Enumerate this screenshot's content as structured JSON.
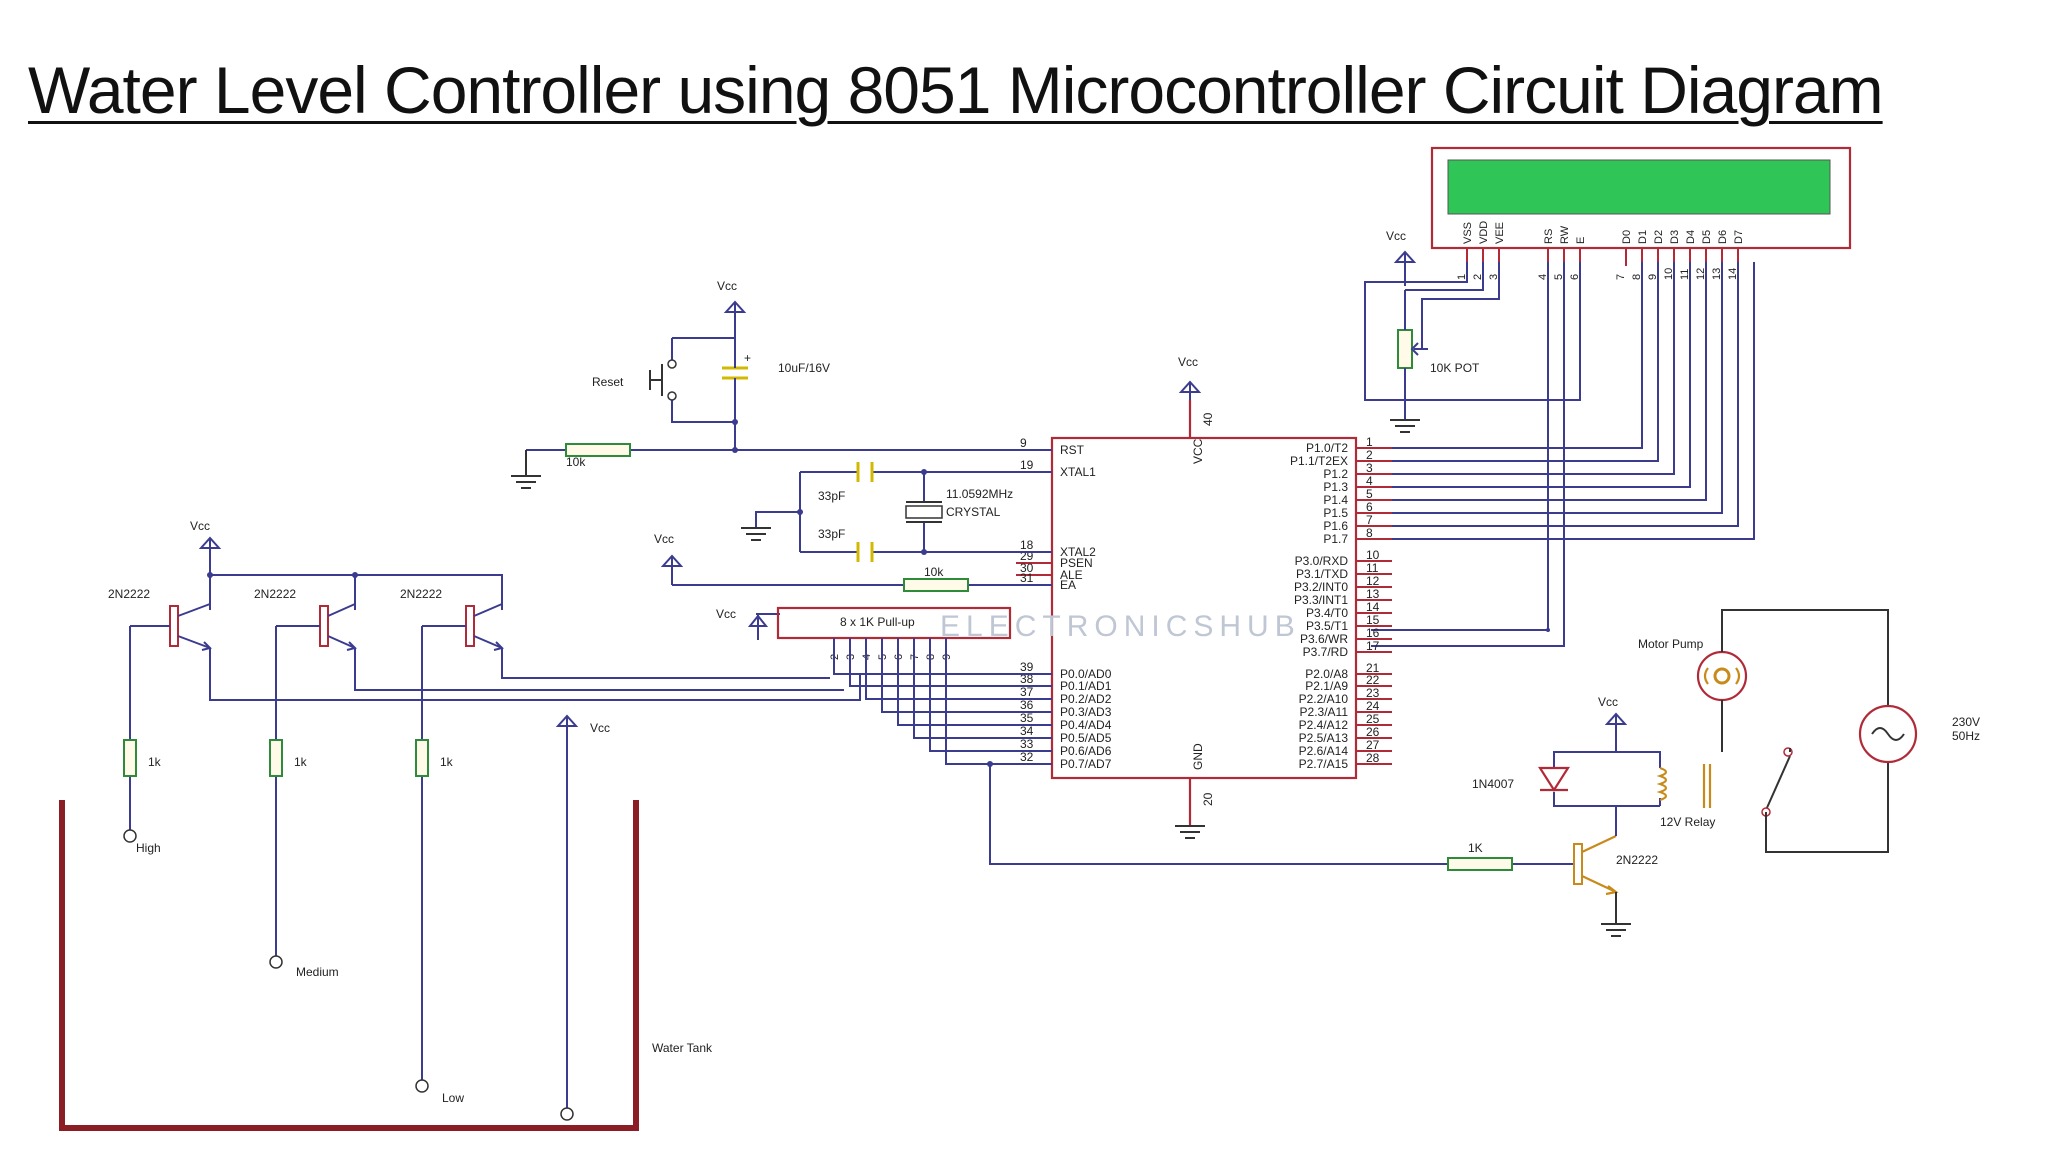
{
  "title": "Water Level Controller using 8051 Microcontroller Circuit Diagram",
  "labels": {
    "vcc": "Vcc",
    "reset": "Reset",
    "cap_10uf": "10uF/16V",
    "res_10k_rst": "10k",
    "cap_33pf_1": "33pF",
    "cap_33pf_2": "33pF",
    "crystal_freq": "11.0592MHz",
    "crystal": "CRYSTAL",
    "res_10k_ea": "10k",
    "pullup": "8 x 1K Pull-up",
    "pot": "10K POT",
    "t1": "2N2222",
    "t2": "2N2222",
    "t3": "2N2222",
    "r_high": "1k",
    "r_med": "1k",
    "r_low": "1k",
    "high": "High",
    "medium": "Medium",
    "low": "Low",
    "tank": "Water Tank",
    "motor": "Motor Pump",
    "ac": "230V",
    "ac_freq": "50Hz",
    "diode": "1N4007",
    "relay": "12V Relay",
    "r_relay": "1K",
    "t_relay": "2N2222",
    "watermark": "ELECTRONICSHUB"
  },
  "mcu": {
    "vcc_pin_label": "VCC",
    "vcc_pin": "40",
    "gnd_pin_label": "GND",
    "gnd_pin": "20",
    "left_pins": [
      {
        "num": "9",
        "name": "RST"
      },
      {
        "num": "19",
        "name": "XTAL1"
      },
      {
        "num": "18",
        "name": "XTAL2"
      },
      {
        "num": "29",
        "name": "PSEN"
      },
      {
        "num": "30",
        "name": "ALE"
      },
      {
        "num": "31",
        "name": "EA"
      },
      {
        "num": "39",
        "name": "P0.0/AD0"
      },
      {
        "num": "38",
        "name": "P0.1/AD1"
      },
      {
        "num": "37",
        "name": "P0.2/AD2"
      },
      {
        "num": "36",
        "name": "P0.3/AD3"
      },
      {
        "num": "35",
        "name": "P0.4/AD4"
      },
      {
        "num": "34",
        "name": "P0.5/AD5"
      },
      {
        "num": "33",
        "name": "P0.6/AD6"
      },
      {
        "num": "32",
        "name": "P0.7/AD7"
      }
    ],
    "right_pins": [
      {
        "num": "1",
        "name": "P1.0/T2"
      },
      {
        "num": "2",
        "name": "P1.1/T2EX"
      },
      {
        "num": "3",
        "name": "P1.2"
      },
      {
        "num": "4",
        "name": "P1.3"
      },
      {
        "num": "5",
        "name": "P1.4"
      },
      {
        "num": "6",
        "name": "P1.5"
      },
      {
        "num": "7",
        "name": "P1.6"
      },
      {
        "num": "8",
        "name": "P1.7"
      },
      {
        "num": "10",
        "name": "P3.0/RXD"
      },
      {
        "num": "11",
        "name": "P3.1/TXD"
      },
      {
        "num": "12",
        "name": "P3.2/INT0"
      },
      {
        "num": "13",
        "name": "P3.3/INT1"
      },
      {
        "num": "14",
        "name": "P3.4/T0"
      },
      {
        "num": "15",
        "name": "P3.5/T1"
      },
      {
        "num": "16",
        "name": "P3.6/WR"
      },
      {
        "num": "17",
        "name": "P3.7/RD"
      },
      {
        "num": "21",
        "name": "P2.0/A8"
      },
      {
        "num": "22",
        "name": "P2.1/A9"
      },
      {
        "num": "23",
        "name": "P2.2/A10"
      },
      {
        "num": "24",
        "name": "P2.3/A11"
      },
      {
        "num": "25",
        "name": "P2.4/A12"
      },
      {
        "num": "26",
        "name": "P2.5/A13"
      },
      {
        "num": "27",
        "name": "P2.6/A14"
      },
      {
        "num": "28",
        "name": "P2.7/A15"
      }
    ]
  },
  "lcd": {
    "pins": [
      {
        "name": "VSS",
        "num": "1"
      },
      {
        "name": "VDD",
        "num": "2"
      },
      {
        "name": "VEE",
        "num": "3"
      },
      {
        "name": "RS",
        "num": "4"
      },
      {
        "name": "RW",
        "num": "5"
      },
      {
        "name": "E",
        "num": "6"
      },
      {
        "name": "D0",
        "num": "7"
      },
      {
        "name": "D1",
        "num": "8"
      },
      {
        "name": "D2",
        "num": "9"
      },
      {
        "name": "D3",
        "num": "10"
      },
      {
        "name": "D4",
        "num": "11"
      },
      {
        "name": "D5",
        "num": "12"
      },
      {
        "name": "D6",
        "num": "13"
      },
      {
        "name": "D7",
        "num": "14"
      }
    ]
  },
  "pullup_pins": [
    "2",
    "3",
    "4",
    "5",
    "6",
    "7",
    "8",
    "9"
  ],
  "colors": {
    "wire": "#3b3b8f",
    "ic_outline": "#b02a37",
    "lcd_screen": "#2fc657",
    "resistor": "#2e8b3a",
    "capacitor": "#d4b800",
    "relay_parts": "#c88a1a",
    "tank": "#8a1e24"
  }
}
